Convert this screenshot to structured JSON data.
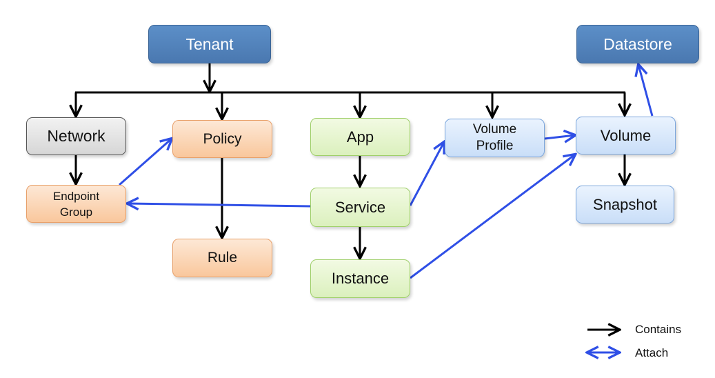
{
  "nodes": {
    "tenant": "Tenant",
    "datastore": "Datastore",
    "network": "Network",
    "policy": "Policy",
    "app": "App",
    "volume_profile": "Volume\nProfile",
    "volume": "Volume",
    "endpoint_group": "Endpoint\nGroup",
    "service": "Service",
    "snapshot": "Snapshot",
    "rule": "Rule",
    "instance": "Instance"
  },
  "legend": {
    "contains": "Contains",
    "attach": "Attach"
  },
  "colors": {
    "contains_arrow": "#000000",
    "attach_arrow": "#2f4fe6",
    "tenant_fill": "#4f81bd",
    "network_fill": "#e3e3e3",
    "policy_fill": "#fbd5b5",
    "app_fill": "#e6f4d0",
    "volume_fill": "#dbe9fb"
  },
  "edges": {
    "contains": [
      [
        "tenant",
        "network"
      ],
      [
        "tenant",
        "policy"
      ],
      [
        "tenant",
        "app"
      ],
      [
        "tenant",
        "volume_profile"
      ],
      [
        "tenant",
        "volume"
      ],
      [
        "network",
        "endpoint_group"
      ],
      [
        "policy",
        "rule"
      ],
      [
        "app",
        "service"
      ],
      [
        "service",
        "instance"
      ],
      [
        "volume",
        "snapshot"
      ]
    ],
    "attach": [
      [
        "endpoint_group",
        "policy"
      ],
      [
        "service",
        "endpoint_group"
      ],
      [
        "service",
        "volume_profile"
      ],
      [
        "volume_profile",
        "volume"
      ],
      [
        "instance",
        "volume"
      ],
      [
        "volume",
        "datastore"
      ]
    ]
  }
}
